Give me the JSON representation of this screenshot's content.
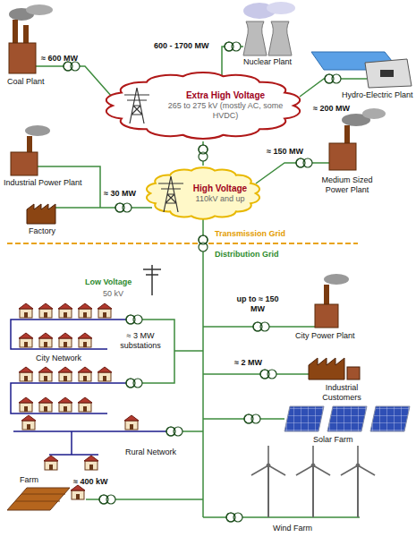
{
  "diagram": {
    "nodes": [
      {
        "text": [
          "Extra High Voltage",
          "265 to 275 kV (mostly AC, some HVDC)"
        ]
      },
      {
        "text": [
          "High Voltage",
          "110kV and up"
        ]
      }
    ],
    "edges": [
      {
        "from": 0,
        "to": 1,
        "arrow": "none"
      }
    ],
    "labels": [
      "≈ 600 MW",
      "Coal Plant",
      "600 - 1700 MW",
      "Nuclear Plant",
      "≈ 200 MW",
      "Hydro-Electric Plant",
      "≈ 150 MW",
      "Medium Sized Power Plant",
      "≈ 30 MW",
      "Industrial Power Plant",
      "Factory",
      "Transmission Grid",
      "Distribution Grid",
      "Low Voltage",
      "50 kV",
      "up to ≈ 150 MW",
      "City Power Plant",
      "≈ 3 MW substations",
      "City Network",
      "≈ 2 MW",
      "Industrial Customers",
      "Solar Farm",
      "Rural Network",
      "≈ 400 kW",
      "Farm",
      "Wind Farm"
    ]
  }
}
